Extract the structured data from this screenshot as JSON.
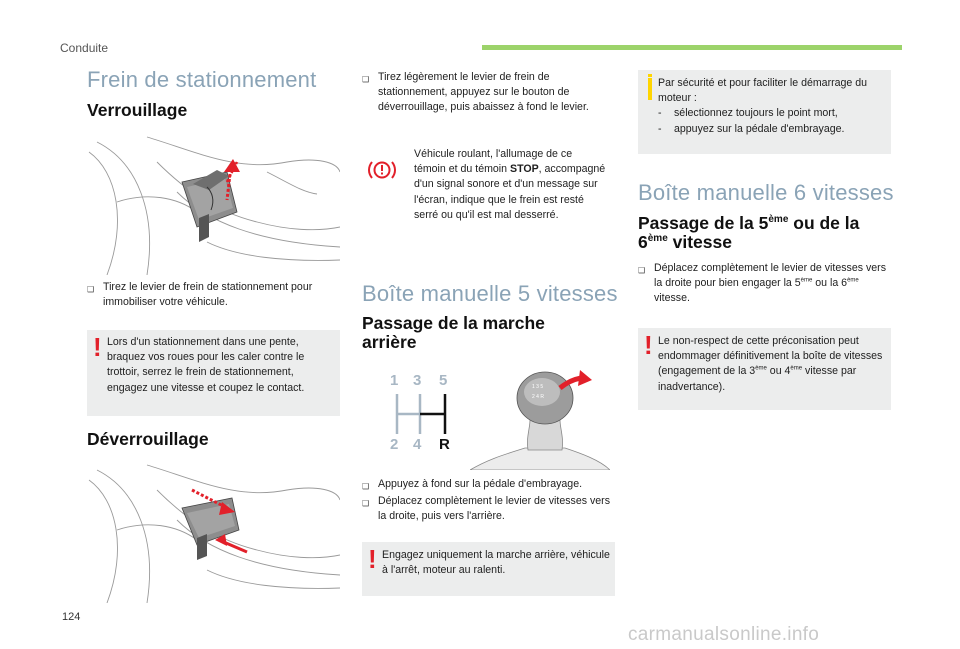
{
  "header": {
    "section": "Conduite",
    "accent_color": "#9cd36a"
  },
  "left": {
    "title": "Frein de stationnement",
    "lock_heading": "Verrouillage",
    "lock_bullet": "Tirez le levier de frein de stationnement pour immobiliser votre véhicule.",
    "slope_note": "Lors d'un stationnement dans une pente, braquez vos roues pour les caler contre le trottoir, serrez le frein de stationnement, engagez une vitesse et coupez le contact.",
    "unlock_heading": "Déverrouillage"
  },
  "middle": {
    "release_bullet": "Tirez légèrement le levier de frein de stationnement, appuyez sur le bouton de déverrouillage, puis abaissez à fond le levier.",
    "warning_p1": "Véhicule roulant, l'allumage de ce témoin et du témoin ",
    "warning_strong": "STOP",
    "warning_p2": ", accompagné d'un signal sonore et d'un message sur l'écran, indique que le frein est resté serré ou qu'il est mal desserré.",
    "gearbox5_title": "Boîte manuelle 5 vitesses",
    "reverse_heading": "Passage de la marche arrière",
    "gear_labels": {
      "g1": "1",
      "g3": "3",
      "g5": "5",
      "g2": "2",
      "g4": "4",
      "r": "R"
    },
    "bullet_clutch": "Appuyez à fond sur la pédale d'embrayage.",
    "bullet_move": "Déplacez complètement le levier de vitesses vers la droite, puis vers l'arrière.",
    "reverse_note": "Engagez uniquement la marche arrière, véhicule à l'arrêt, moteur au ralenti."
  },
  "right": {
    "info_intro": "Par sécurité et pour faciliter le démarrage du moteur :",
    "info_items": [
      "sélectionnez toujours le point mort,",
      "appuyez sur la pédale d'embrayage."
    ],
    "gearbox6_title": "Boîte manuelle 6 vitesses",
    "shift_heading_a": "Passage de la 5",
    "shift_heading_sup1": "ème",
    "shift_heading_b": " ou de la",
    "shift_heading_c": "6",
    "shift_heading_sup2": "ème",
    "shift_heading_d": " vitesse",
    "bullet_a": "Déplacez complètement le levier de vitesses vers la droite pour bien engager la 5",
    "bullet_sup1": "ème",
    "bullet_b": " ou la 6",
    "bullet_sup2": "ème",
    "bullet_c": " vitesse.",
    "note_a": "Le non-respect de cette préconisation peut endommager définitivement la boîte de vitesses (engagement de la 3",
    "note_sup1": "ème",
    "note_b": " ou 4",
    "note_sup2": "ème",
    "note_c": " vitesse par inadvertance)."
  },
  "footer": {
    "page_number": "124",
    "watermark": "carmanualsonline.info"
  }
}
